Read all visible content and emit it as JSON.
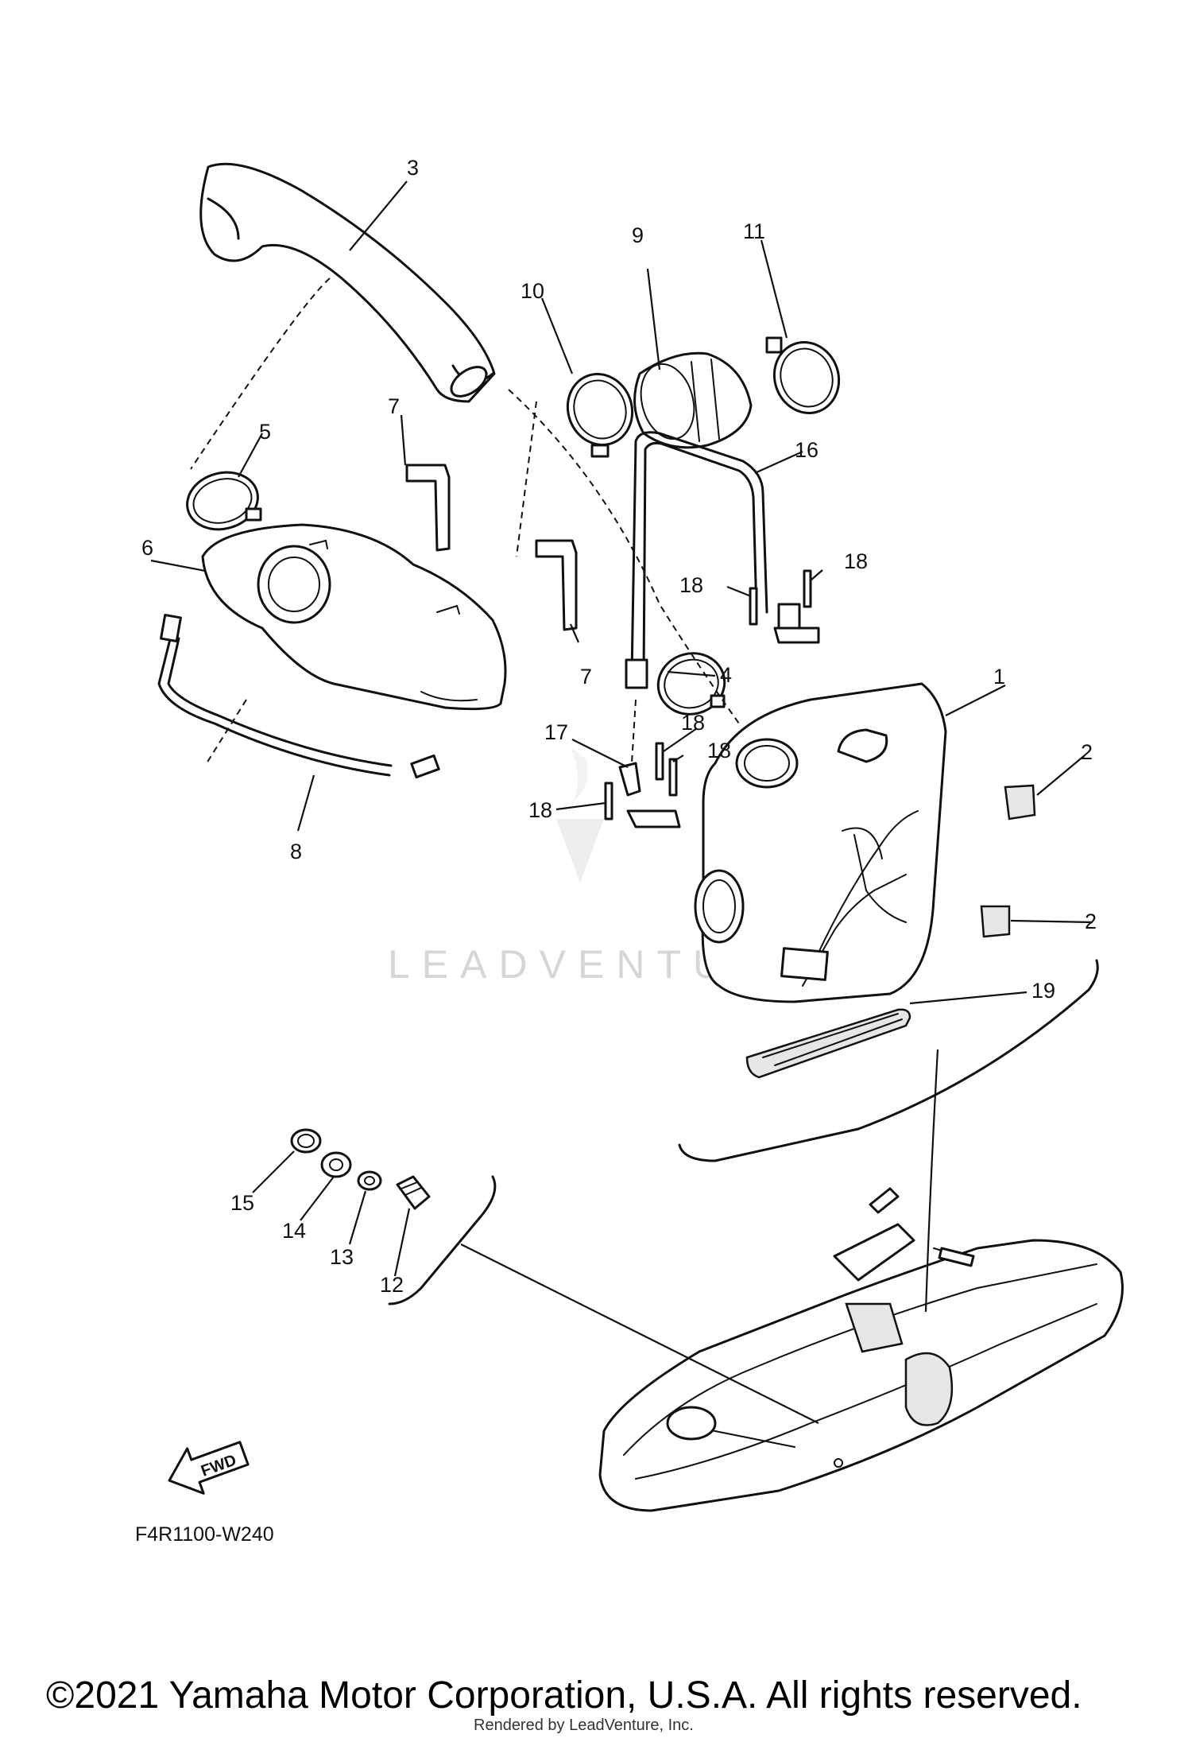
{
  "diagram": {
    "code": "F4R1100-W240",
    "fwd_label": "FWD",
    "watermark": "LEADVENTURE",
    "copyright": "©2021 Yamaha Motor Corporation, U.S.A. All rights reserved.",
    "rendered_by": "Rendered by LeadVenture, Inc.",
    "callouts": [
      "1",
      "2",
      "2",
      "3",
      "4",
      "5",
      "6",
      "7",
      "7",
      "8",
      "9",
      "10",
      "11",
      "12",
      "13",
      "14",
      "15",
      "16",
      "17",
      "18",
      "18",
      "18",
      "18",
      "18",
      "19"
    ]
  },
  "colors": {
    "line": "#111111",
    "background": "#ffffff",
    "watermark": "#d6d6d6"
  }
}
